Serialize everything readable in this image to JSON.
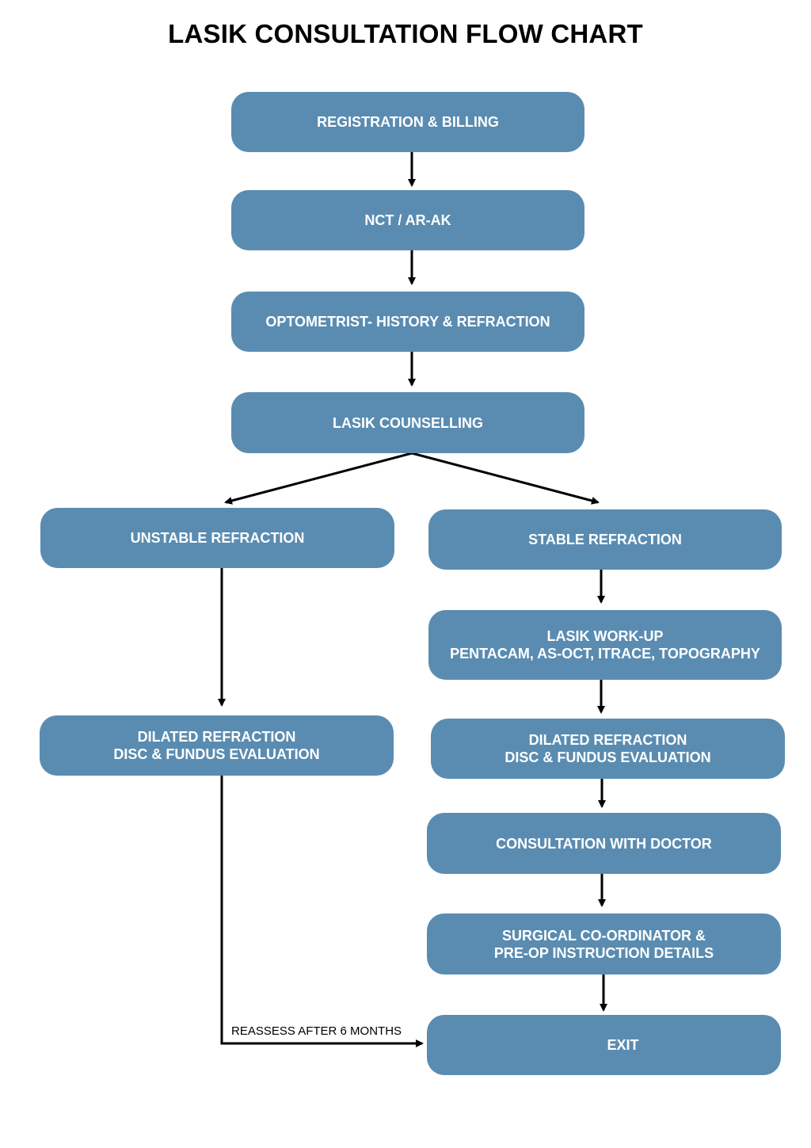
{
  "title": "LASIK CONSULTATION FLOW CHART",
  "colors": {
    "node_fill": "#5a8cb1",
    "node_text": "#ffffff",
    "connector": "#000000"
  },
  "nodes": {
    "registration": {
      "line1": "REGISTRATION & BILLING"
    },
    "nct": {
      "line1": "NCT / AR-AK"
    },
    "optometrist": {
      "line1": "OPTOMETRIST- HISTORY & REFRACTION"
    },
    "counselling": {
      "line1": "LASIK COUNSELLING"
    },
    "unstable": {
      "line1": "UNSTABLE REFRACTION"
    },
    "stable": {
      "line1": "STABLE REFRACTION"
    },
    "workup": {
      "line1": "LASIK WORK-UP",
      "line2": "PENTACAM, AS-OCT, ITRACE, TOPOGRAPHY"
    },
    "dilated_left": {
      "line1": "DILATED REFRACTION",
      "line2": "DISC & FUNDUS EVALUATION"
    },
    "dilated_right": {
      "line1": "DILATED REFRACTION",
      "line2": "DISC & FUNDUS EVALUATION"
    },
    "doctor": {
      "line1": "CONSULTATION WITH DOCTOR"
    },
    "surgical": {
      "line1": "SURGICAL CO-ORDINATOR &",
      "line2": "PRE-OP INSTRUCTION DETAILS"
    },
    "exit": {
      "line1": "EXIT"
    }
  },
  "edge_labels": {
    "reassess": "REASSESS AFTER 6 MONTHS"
  }
}
